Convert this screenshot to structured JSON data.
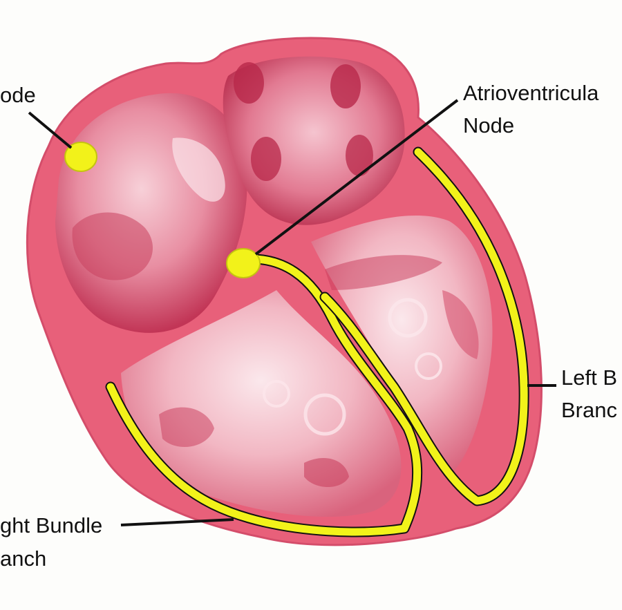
{
  "labels": {
    "sa_node": "ode",
    "av_node_line1": "Atrioventricula",
    "av_node_line2": "Node",
    "left_bundle_line1": "Left B",
    "left_bundle_line2": "Branc",
    "right_bundle_line1": "ght Bundle",
    "right_bundle_line2": "anch"
  },
  "colors": {
    "background": "#fdfdfb",
    "heart_wall": "#e8607a",
    "chamber": "#f3b4c0",
    "muscle": "#c83a5a",
    "conduction": "#f2f21a",
    "leader": "#111111"
  }
}
